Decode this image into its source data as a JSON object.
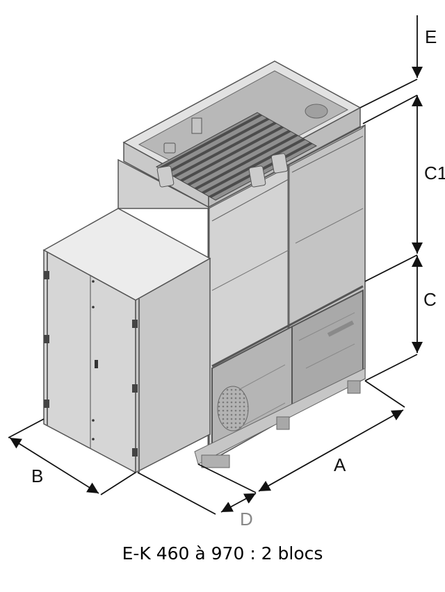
{
  "caption": "E-K 460 à 970 : 2 blocs",
  "dimensions": {
    "A": "A",
    "B": "B",
    "C": "C",
    "C1": "C1",
    "D": "D",
    "E": "E"
  },
  "colors": {
    "panel_light": "#d6d6d6",
    "panel_mid": "#bdbdbd",
    "panel_dark": "#9a9a9a",
    "top_light": "#ececec",
    "edge": "#555555",
    "dimension_line": "#111111"
  }
}
